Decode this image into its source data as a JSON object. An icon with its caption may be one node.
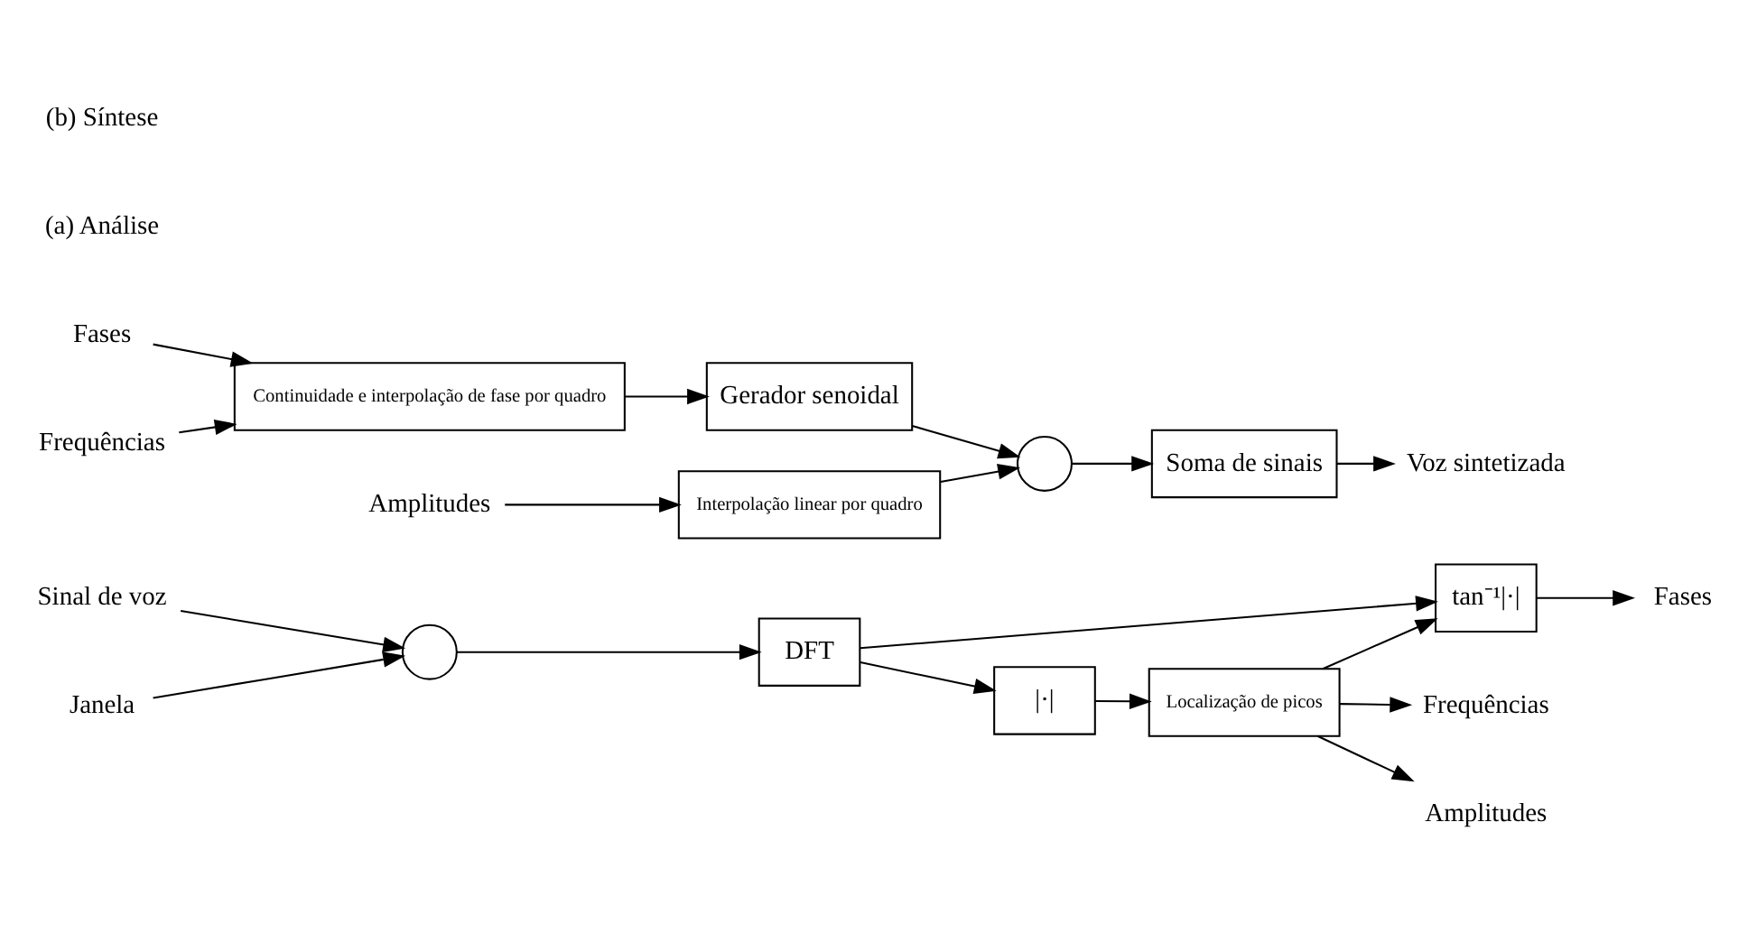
{
  "diagram": {
    "nodes": [
      {
        "text": [
          "Sinal de voz"
        ]
      },
      {
        "text": [],
        "shape": "circle"
      },
      {
        "text": [
          "Janela"
        ]
      },
      {
        "text": [
          "DFT"
        ]
      },
      {
        "text": [
          "tan⁻¹|·|"
        ]
      },
      {
        "text": [
          "|·|"
        ]
      },
      {
        "text": [
          "Localização de picos"
        ]
      },
      {
        "text": [
          "Fases"
        ]
      },
      {
        "text": [
          "Frequências"
        ]
      },
      {
        "text": [
          "Amplitudes"
        ]
      },
      {
        "text": [
          "Fases"
        ]
      },
      {
        "text": [
          "Frequências"
        ]
      },
      {
        "text": [
          "Amplitudes"
        ]
      },
      {
        "text": [
          "Continuidade e interpolação de fase por quadro"
        ]
      },
      {
        "text": [
          "Interpolação linear por quadro"
        ]
      },
      {
        "text": [
          "Gerador senoidal"
        ]
      },
      {
        "text": [],
        "shape": "circle"
      },
      {
        "text": [
          "Soma de sinais"
        ]
      },
      {
        "text": [
          "Voz sintetizada"
        ]
      }
    ],
    "edges": [
      {
        "from": 0,
        "to": 1,
        "arrow": "to"
      },
      {
        "from": 2,
        "to": 1,
        "arrow": "to"
      },
      {
        "from": 1,
        "to": 3,
        "arrow": "to"
      },
      {
        "from": 3,
        "to": 4,
        "arrow": "to"
      },
      {
        "from": 3,
        "to": 5,
        "arrow": "to"
      },
      {
        "from": 5,
        "to": 6,
        "arrow": "to"
      },
      {
        "from": 6,
        "to": 4,
        "arrow": "to"
      },
      {
        "from": 4,
        "to": 7,
        "arrow": "to"
      },
      {
        "from": 6,
        "to": 8,
        "arrow": "to"
      },
      {
        "from": 6,
        "to": 9,
        "arrow": "to"
      },
      {
        "from": 10,
        "to": 13,
        "arrow": "to"
      },
      {
        "from": 11,
        "to": 13,
        "arrow": "to"
      },
      {
        "from": 13,
        "to": 15,
        "arrow": "to"
      },
      {
        "from": 15,
        "to": 16,
        "arrow": "to"
      },
      {
        "from": 12,
        "to": 14,
        "arrow": "to"
      },
      {
        "from": 14,
        "to": 16,
        "arrow": "to"
      },
      {
        "from": 16,
        "to": 17,
        "arrow": "to"
      },
      {
        "from": 17,
        "to": 18,
        "arrow": "to"
      }
    ],
    "labels": [
      "(a) Análise",
      "(b) Síntese"
    ]
  }
}
